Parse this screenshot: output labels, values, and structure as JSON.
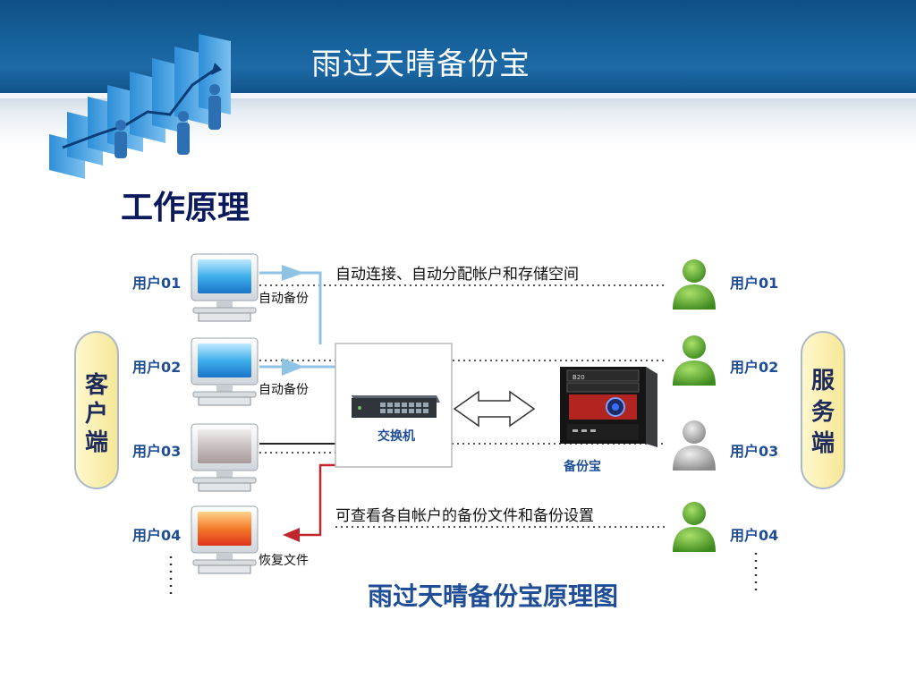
{
  "header": {
    "title": "雨过天晴备份宝"
  },
  "section_title": "工作原理",
  "diagram": {
    "caption": "雨过天晴备份宝原理图",
    "client_label": [
      "客",
      "户",
      "端"
    ],
    "server_label": [
      "服",
      "务",
      "端"
    ],
    "switch_label": "交换机",
    "backup_device_label": "备份宝",
    "top_note": "自动连接、自动分配帐户和存储空间",
    "bottom_note": "可查看各自帐户的备份文件和备份设置",
    "clients": [
      {
        "name": "用户01",
        "action": "自动备份",
        "screen": "blue"
      },
      {
        "name": "用户02",
        "action": "自动备份",
        "screen": "blue"
      },
      {
        "name": "用户03",
        "action": "",
        "screen": "gray"
      },
      {
        "name": "用户04",
        "action": "恢复文件",
        "screen": "orange"
      }
    ],
    "server_users": [
      {
        "name": "用户01",
        "status": "active"
      },
      {
        "name": "用户02",
        "status": "active"
      },
      {
        "name": "用户03",
        "status": "inactive"
      },
      {
        "name": "用户04",
        "status": "active"
      }
    ],
    "colors": {
      "label_blue": "#1f4e96",
      "arrow_blue": "#8fc3e6",
      "arrow_red": "#c0272d",
      "pill_fill": "#fdf3b8",
      "pill_stroke": "#aab8c8",
      "user_green": "#5aa832"
    }
  }
}
